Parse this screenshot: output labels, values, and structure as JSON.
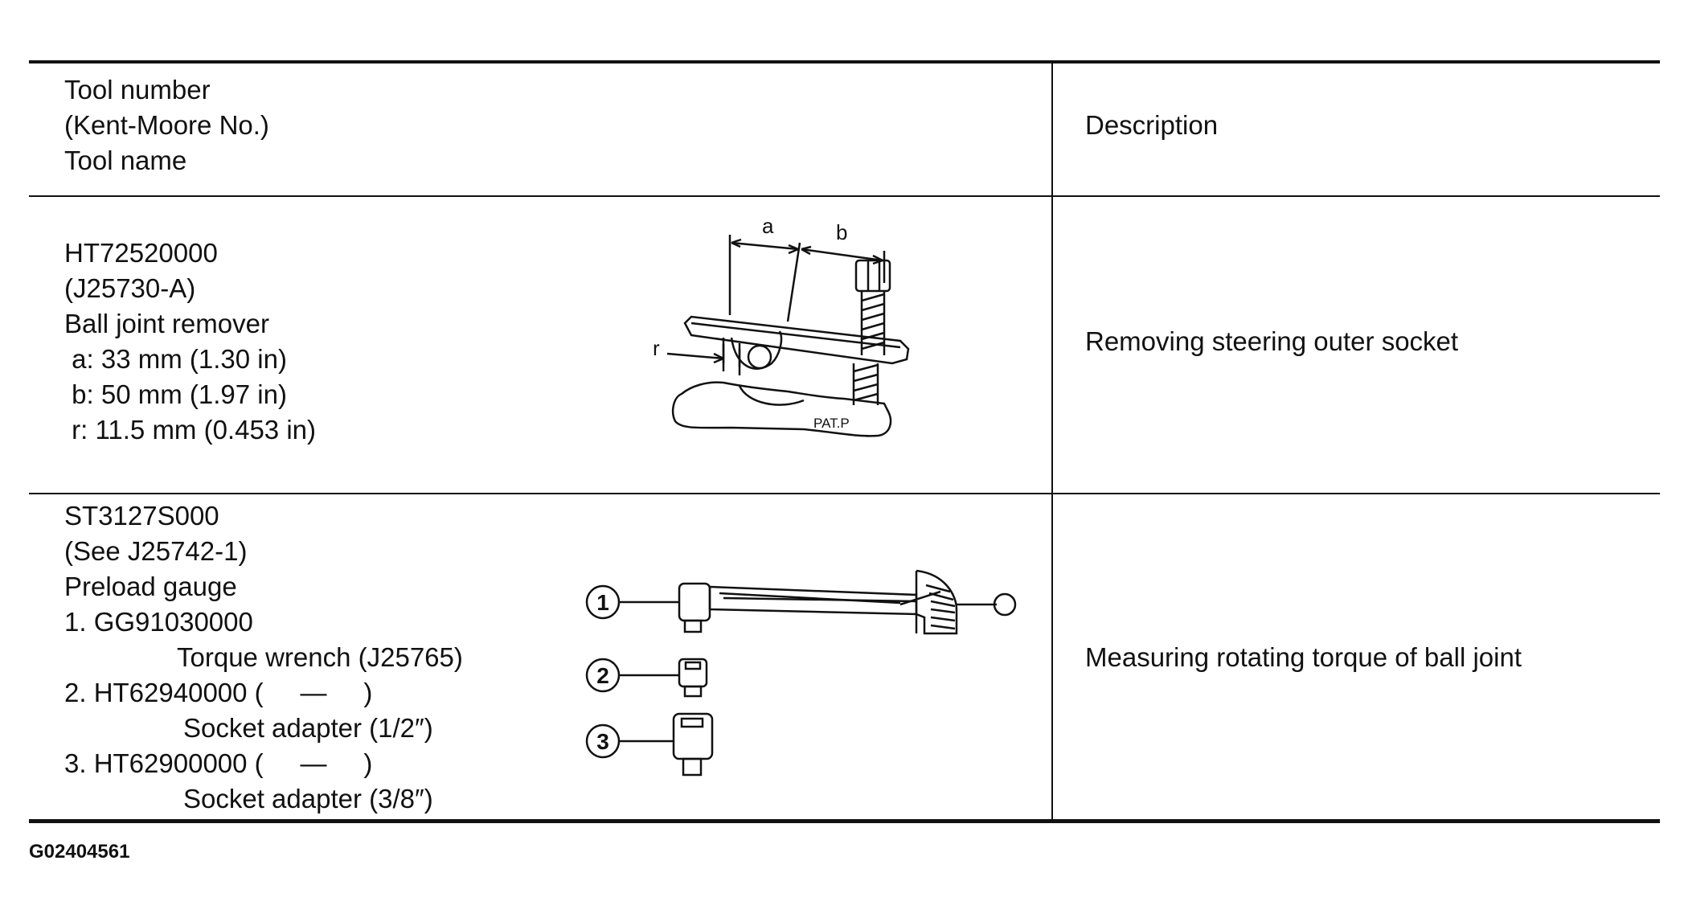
{
  "header": {
    "col1_line1": "Tool number",
    "col1_line2": "(Kent-Moore No.)",
    "col1_line3": "Tool name",
    "col2": "Description"
  },
  "rows": [
    {
      "tool_number": "HT72520000",
      "kent_moore": "(J25730-A)",
      "tool_name": "Ball joint remover",
      "specs": [
        " a: 33 mm (1.30 in)",
        " b: 50 mm (1.97 in)",
        " r: 11.5 mm (0.453 in)"
      ],
      "figure_labels": {
        "a": "a",
        "b": "b",
        "r": "r",
        "stamp": "PAT.P"
      },
      "description": "Removing steering outer socket"
    },
    {
      "tool_number": "ST3127S000",
      "kent_moore": "(See J25742-1)",
      "tool_name": "Preload gauge",
      "items": [
        {
          "number": "1. GG91030000",
          "name": "Torque wrench (J25765)"
        },
        {
          "number": "2. HT62940000 (     —     )",
          "name": "Socket adapter (1/2″)"
        },
        {
          "number": "3. HT62900000 (     —     )",
          "name": "Socket adapter (3/8″)"
        }
      ],
      "figure_callouts": [
        "1",
        "2",
        "3"
      ],
      "description": "Measuring rotating torque of ball joint"
    }
  ],
  "figure_code": "G02404561"
}
